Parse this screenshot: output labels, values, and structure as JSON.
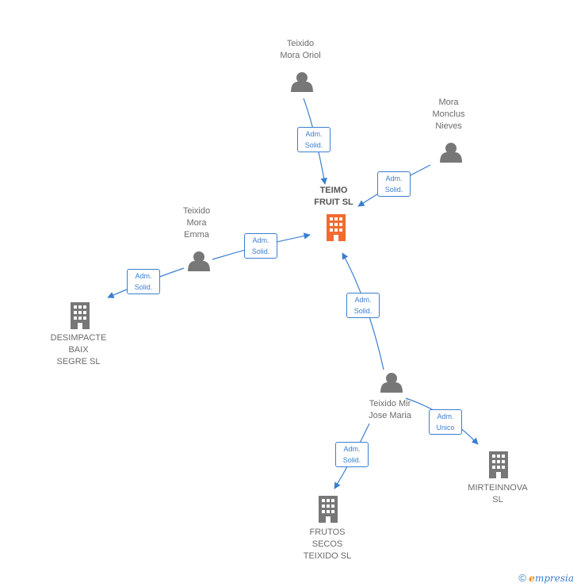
{
  "nodes": {
    "teimo": "TEIMO\nFRUIT  SL",
    "oriol": "Teixido\nMora Oriol",
    "nieves": "Mora\nMonclus\nNieves",
    "emma": "Teixido\nMora\nEmma",
    "desimpacte": "DESIMPACTE\nBAIX\nSEGRE  SL",
    "josemaria": "Teixido Mir\nJose Maria",
    "mirteinnova": "MIRTEINNOVA\nSL",
    "frutos": "FRUTOS\nSECOS\nTEIXIDO SL"
  },
  "edges": {
    "oriol_teimo": "Adm.\nSolid.",
    "nieves_teimo": "Adm.\nSolid.",
    "emma_teimo": "Adm.\nSolid.",
    "emma_desimpacte": "Adm.\nSolid.",
    "josemaria_teimo": "Adm.\nSolid.",
    "josemaria_mirteinnova": "Adm.\nUnico",
    "josemaria_frutos": "Adm.\nSolid."
  },
  "brand": {
    "copyright": "©",
    "name_initial": "e",
    "name_rest": "mpresia"
  },
  "colors": {
    "edge": "#3a7fd0",
    "main_company": "#f26a30",
    "company": "#777777",
    "person": "#777777"
  }
}
